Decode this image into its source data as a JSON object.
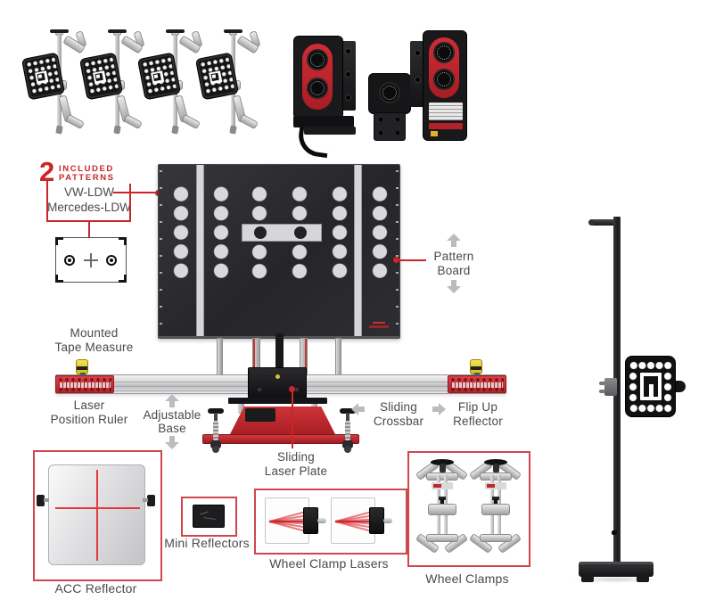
{
  "colors": {
    "accent_red": "#C9252B",
    "box_border_red": "#D0464C",
    "label_text": "#4A4A4A",
    "board_dark": "#2A2A2E",
    "board_stripe": "#D6D6D8",
    "crossbar_silver": "#D2D2D4",
    "base_red": "#B5242A",
    "tape_yellow": "#E8D43A"
  },
  "header": {
    "count": "2",
    "word1": "INCLUDED",
    "word2": "PATTERNS",
    "patterns": [
      "VW-LDW",
      "Mercedes-LDW"
    ]
  },
  "callouts": {
    "pattern_board": [
      "Pattern",
      "Board"
    ],
    "mounted_tape_measure": [
      "Mounted",
      "Tape Measure"
    ],
    "laser_position_ruler": [
      "Laser",
      "Position Ruler"
    ],
    "adjustable_base": [
      "Adjustable",
      "Base"
    ],
    "sliding_crossbar": [
      "Sliding",
      "Crossbar"
    ],
    "flip_up_reflector": [
      "Flip Up",
      "Reflector"
    ],
    "sliding_laser_plate": [
      "Sliding",
      "Laser Plate"
    ]
  },
  "bottom_labels": {
    "acc_reflector": "ACC Reflector",
    "mini_reflectors": "Mini Reflectors",
    "wheel_clamp_lasers": "Wheel Clamp Lasers",
    "wheel_clamps": "Wheel Clamps"
  }
}
